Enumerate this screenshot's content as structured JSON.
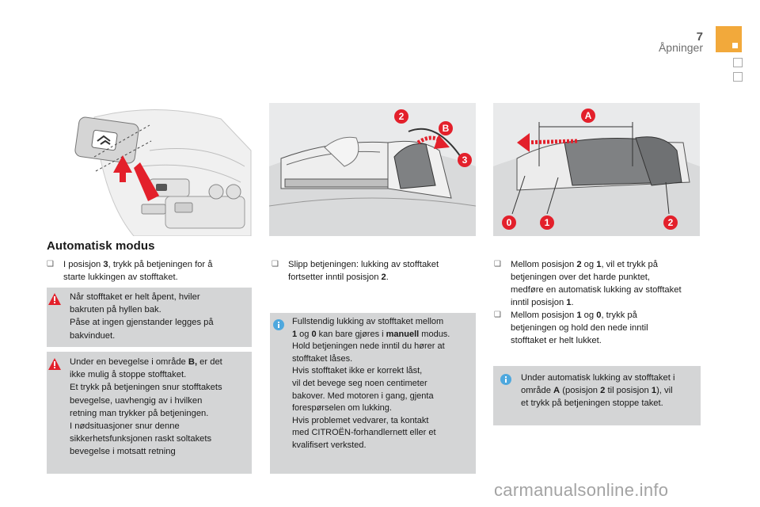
{
  "header": {
    "page_number": "7",
    "chapter": "Åpninger",
    "accent_color": "#f2a93b"
  },
  "illustrations": {
    "middle_labels": [
      "2",
      "B",
      "3"
    ],
    "right_labels": [
      "A",
      "0",
      "1",
      "2"
    ],
    "label_color": "#e3202b",
    "arrow_color": "#e3202b"
  },
  "section": {
    "title": "Automatisk modus",
    "bullet_glyph": "❑"
  },
  "col1": {
    "bullet1": {
      "pre": "I posisjon ",
      "b1": "3",
      "post1": ", trykk på betjeningen for å",
      "line2": "starte lukkingen av stofftaket."
    },
    "warning1": {
      "lines": [
        "Når stofftaket er helt åpent, hviler",
        "bakruten på hyllen bak.",
        "Påse at ingen gjenstander legges på",
        "bakvinduet."
      ]
    },
    "warning2": {
      "line1_pre": "Under en bevegelse i område ",
      "line1_bold": "B,",
      "line1_post": " er det",
      "lines": [
        "ikke mulig å stoppe stofftaket.",
        "Et trykk på betjeningen snur stofftakets",
        "bevegelse, uavhengig av i hvilken",
        "retning man trykker på betjeningen.",
        "I nødsituasjoner snur denne",
        "sikkerhetsfunksjonen raskt soltakets",
        "bevegelse i motsatt retning"
      ]
    }
  },
  "col2": {
    "bullet1": {
      "line1": "Slipp betjeningen: lukking av stofftaket",
      "line2_pre": "fortsetter inntil posisjon ",
      "line2_bold": "2",
      "line2_post": "."
    },
    "info": {
      "line1": "Fullstendig lukking av stofftaket mellom",
      "line2_b1": "1",
      "line2_t1": " og ",
      "line2_b2": "0",
      "line2_t2": " kan bare gjøres i ",
      "line2_b3": "manuell",
      "line2_t3": " modus.",
      "lines": [
        "Hold betjeningen nede inntil du hører at",
        "stofftaket låses.",
        "Hvis stofftaket ikke er korrekt låst,",
        "vil det bevege seg noen centimeter",
        "bakover. Med motoren i gang, gjenta",
        "forespørselen om lukking.",
        "Hvis problemet vedvarer, ta kontakt",
        "med CITROËN-forhandlernett eller et",
        "kvalifisert verksted."
      ]
    }
  },
  "col3": {
    "bullet1": {
      "line1_pre": "Mellom posisjon ",
      "line1_b1": "2",
      "line1_mid": " og ",
      "line1_b2": "1",
      "line1_post": ", vil et trykk på",
      "lines": [
        "betjeningen over det harde punktet,",
        "medføre en automatisk lukking av stofftaket"
      ],
      "line4_pre": "inntil posisjon ",
      "line4_bold": "1",
      "line4_post": "."
    },
    "bullet2": {
      "line1_pre": "Mellom posisjon ",
      "line1_b1": "1",
      "line1_mid": " og ",
      "line1_b2": "0",
      "line1_post": ", trykk på",
      "lines": [
        "betjeningen og hold den nede inntil",
        "stofftaket er helt lukket."
      ]
    },
    "info": {
      "line1": "Under automatisk lukking av stofftaket i",
      "line2_pre": "område ",
      "line2_b1": "A",
      "line2_mid": " (posisjon ",
      "line2_b2": "2",
      "line2_mid2": " til posisjon ",
      "line2_b3": "1",
      "line2_post": "), vil",
      "line3": "et trykk på betjeningen stoppe taket."
    }
  },
  "footer": {
    "watermark": "carmanualsonline.info"
  }
}
